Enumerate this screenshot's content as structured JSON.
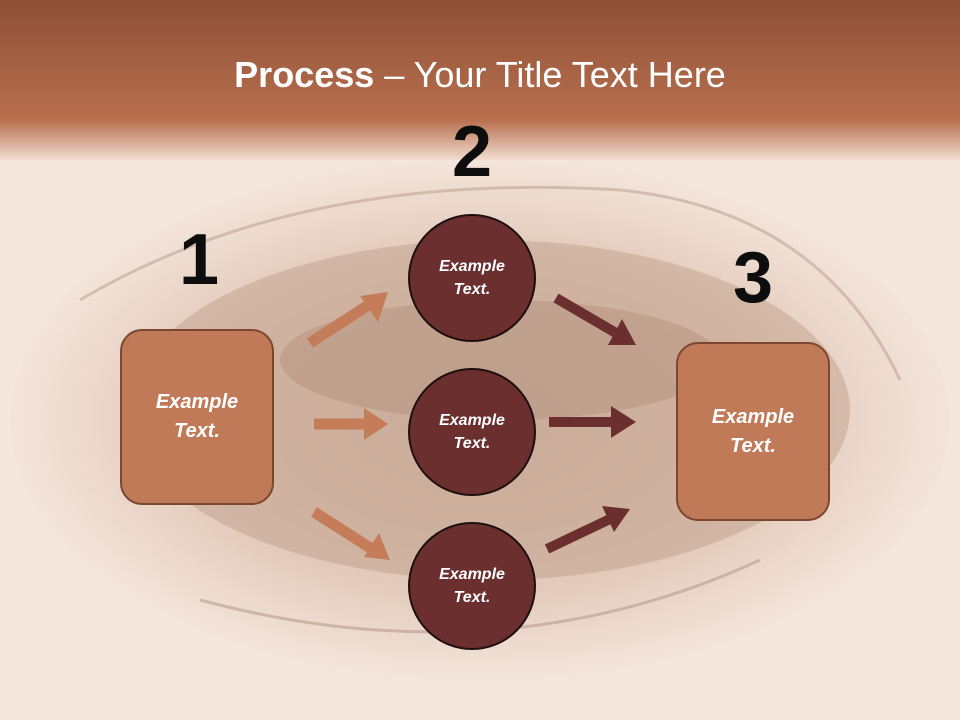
{
  "title": {
    "bold": "Process",
    "rest": " – Your Title Text Here"
  },
  "steps": [
    "1",
    "2",
    "3"
  ],
  "left_box": {
    "text": "Example Text."
  },
  "right_box": {
    "text": "Example Text."
  },
  "circles": [
    {
      "text": "Example Text."
    },
    {
      "text": "Example Text."
    },
    {
      "text": "Example Text."
    }
  ],
  "colors": {
    "header": "#a8603f",
    "box_fill": "#c07a57",
    "circle_fill": "#6b2f2f",
    "arrow_light": "#c47c59",
    "arrow_dark": "#6b2f2f"
  }
}
